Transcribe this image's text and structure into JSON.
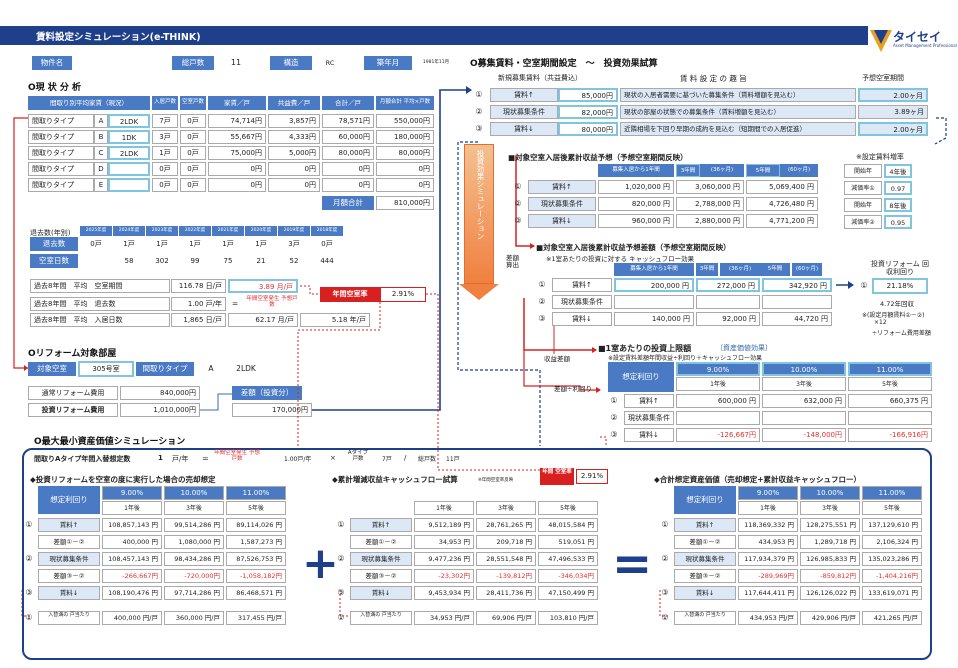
{
  "header": {
    "title": "賃料設定シミュレーション(e-THINK)",
    "logo": "タイセイ",
    "logo_sub": "Asset Management Professional"
  },
  "top": {
    "property_label": "物件名",
    "units_label": "総戸数",
    "units": "11",
    "structure_label": "構造",
    "structure": "RC",
    "year_label": "築年月",
    "year": "1981年11月"
  },
  "current": {
    "title": "O現 状 分 析",
    "headers": [
      "間取り別平均家賃（現況）",
      "入居戸数",
      "空室戸数",
      "家賃／戸",
      "共益費／戸",
      "合計／戸",
      "月額合計 平均×戸数"
    ],
    "rows": [
      {
        "name": "間取りタイプ",
        "code": "A",
        "layout": "2LDK",
        "occ": "7戸",
        "vac": "0戸",
        "rent": "74,714円",
        "fee": "3,857円",
        "total": "78,571円",
        "month": "550,000円"
      },
      {
        "name": "間取りタイプ",
        "code": "B",
        "layout": "1DK",
        "occ": "3戸",
        "vac": "0戸",
        "rent": "55,667円",
        "fee": "4,333円",
        "total": "60,000円",
        "month": "180,000円"
      },
      {
        "name": "間取りタイプ",
        "code": "C",
        "layout": "2LDK",
        "occ": "1戸",
        "vac": "0戸",
        "rent": "75,000円",
        "fee": "5,000円",
        "total": "80,000円",
        "month": "80,000円"
      },
      {
        "name": "間取りタイプ",
        "code": "D",
        "layout": "",
        "occ": "0戸",
        "vac": "0戸",
        "rent": "0円",
        "fee": "0円",
        "total": "0円",
        "month": "0円"
      },
      {
        "name": "間取りタイプ",
        "code": "E",
        "layout": "",
        "occ": "0戸",
        "vac": "0戸",
        "rent": "0円",
        "fee": "0円",
        "total": "0円",
        "month": "0円"
      }
    ],
    "total_label": "月額合計",
    "total": "810,000円"
  },
  "moveout": {
    "label": "退去数(年別)",
    "years": [
      "2025年度",
      "2024年度",
      "2023年度",
      "2022年度",
      "2021年度",
      "2020年度",
      "2019年度",
      "2018年度"
    ],
    "count_label": "退去数",
    "counts": [
      "0戸",
      "1戸",
      "1戸",
      "1戸",
      "1戸",
      "1戸",
      "3戸",
      "0戸"
    ],
    "vac_label": "空室日数",
    "vac_days": [
      "",
      "58",
      "302",
      "99",
      "75",
      "21",
      "52",
      "444"
    ]
  },
  "past": [
    {
      "label": "過去8年間　平均　空室期間",
      "v1": "116.78 日/戸",
      "v2": "3.89 月/戸"
    },
    {
      "label": "過去8年間　平均　退去数",
      "v1": "1.00 戸/年",
      "eq": "=",
      "note": "年間空室発生 予想戸数"
    },
    {
      "label": "過去8年間　平均　入居日数",
      "v1": "1,865 日/戸",
      "v2": "62.17 月/戸",
      "v3": "5.18 年/戸"
    }
  ],
  "vacancy_rate": {
    "label": "年間空室率",
    "value": "2.91%"
  },
  "reform": {
    "title": "Oリフォーム対象部屋",
    "vac_label": "対象空室",
    "room": "305号室",
    "type_label": "間取りタイプ",
    "type": "A",
    "layout": "2LDK",
    "normal_label": "通常リフォーム費用",
    "normal": "840,000円",
    "invest_label": "投資リフォーム費用",
    "invest": "1,010,000円",
    "diff_label": "差額（投資分）",
    "diff": "170,000円"
  },
  "recruit": {
    "title": "O募集賃料・空室期間設定　～　投資効果試算",
    "new_label": "新規募集賃料（共益費込）",
    "basis_label": "賃 料 設 定 の 趣 旨",
    "period_label": "予想空室期間",
    "rows": [
      {
        "no": "①",
        "name": "賃料↑",
        "rent": "85,000円",
        "basis": "現状の入居者需要に基づいた募集条件（賃料増額を見込む）",
        "period": "2.00ヶ月"
      },
      {
        "no": "②",
        "name": "現状募集条件",
        "rent": "82,000円",
        "basis": "現状の部屋の状態での募集条件（賃料増額を見込む）",
        "period": "3.89ヶ月"
      },
      {
        "no": "③",
        "name": "賃料↓",
        "rent": "80,000円",
        "basis": "近隣相場を下回り早期の成約を見込む（短期間での入居促進）",
        "period": "2.00ヶ月"
      }
    ]
  },
  "cum": {
    "title": "■対象空室入居後累計収益予想（予想空室期間反映）",
    "cols": [
      "募集入居から1年間",
      "3年間",
      "(36ヶ月)",
      "5年間",
      "(60ヶ月)"
    ],
    "rows": [
      {
        "no": "①",
        "name": "賃料↑",
        "y1": "1,020,000 円",
        "y3": "3,060,000 円",
        "y5": "5,069,400 円"
      },
      {
        "no": "②",
        "name": "現状募集条件",
        "y1": "820,000 円",
        "y3": "2,788,000 円",
        "y5": "4,726,480 円"
      },
      {
        "no": "③",
        "name": "賃料↓",
        "y1": "960,000 円",
        "y3": "2,880,000 円",
        "y5": "4,771,200 円"
      }
    ]
  },
  "growth": {
    "title": "※設定賃料増率",
    "rows": [
      {
        "label": "開始年",
        "val": "4年後"
      },
      {
        "label": "減価率①",
        "val": "0.97"
      },
      {
        "label": "開始年",
        "val": "8年後"
      },
      {
        "label": "減価率②",
        "val": "0.95"
      }
    ]
  },
  "diffp": {
    "title": "■対象空室入居後累計収益予想差額（予想空室期間反映）",
    "sub": "※1室あたりの投資に対する キャッシュフロー効果",
    "side": "差額 算出",
    "cols": [
      "募集入居から1年間",
      "3年間",
      "(36ヶ月)",
      "5年間",
      "(60ヶ月)"
    ],
    "rows": [
      {
        "no": "①",
        "name": "賃料↑",
        "y1": "200,000 円",
        "y3": "272,000 円",
        "y5": "342,920 円"
      },
      {
        "no": "②",
        "name": "現状募集条件",
        "y1": "",
        "y3": "",
        "y5": ""
      },
      {
        "no": "③",
        "name": "賃料↓",
        "y1": "140,000 円",
        "y3": "92,000 円",
        "y5": "44,720 円"
      }
    ],
    "payback_title": "投資リフォーム 回収利回り",
    "payback": "21.18%",
    "years": "4.72年回収",
    "note1": "※(設定月額賃料①－②)",
    "note2": "×12",
    "note3": "÷リフォーム費用差額"
  },
  "limit": {
    "title": "■1室あたりの投資上限額",
    "title2": "〔資産価値効果〕",
    "sub": "※設定賃料差額年間収益÷利回り＋キャッシュフロー効果",
    "side": "収益差額",
    "side2": "差額÷利回り",
    "rate_label": "想定利回り",
    "rates": [
      "9.00%",
      "10.00%",
      "11.00%"
    ],
    "years": [
      "1年後",
      "3年後",
      "5年後"
    ],
    "rows": [
      {
        "no": "①",
        "name": "賃料↑",
        "v": [
          "600,000 円",
          "632,000 円",
          "660,375 円"
        ]
      },
      {
        "no": "②",
        "name": "現状募集条件",
        "v": [
          "",
          "",
          ""
        ]
      },
      {
        "no": "③",
        "name": "賃料↓",
        "v": [
          "-126,667円",
          "-148,000円",
          "-166,916円"
        ]
      }
    ]
  },
  "arrow_label": "投資効果シミュレーション",
  "sim": {
    "title": "O最大最小資産価値シミュレーション",
    "sub_label": "間取りAタイプ年間入替想定数",
    "sub_v": "1",
    "sub_unit": "戸/年",
    "eq": "=",
    "note": "年間空室発生 予想戸数",
    "rate": "1.00戸/年",
    "times": "×",
    "atype": "Aタイプ 戸数",
    "atype_v": "7戸",
    "slash": "/",
    "total": "総戸数",
    "total_v": "11戸",
    "p1": {
      "title": "◆投資リフォームを空室の度に実行した場合の売却想定",
      "rate_label": "想定利回り",
      "rates": [
        "9.00%",
        "10.00%",
        "11.00%"
      ],
      "years": [
        "1年後",
        "3年後",
        "5年後"
      ],
      "rows": [
        {
          "no": "①",
          "name": "賃料↑",
          "v": [
            "108,857,143 円",
            "99,514,286 円",
            "89,114,026 円"
          ]
        },
        {
          "no": "",
          "name": "差額①－②",
          "v": [
            "400,000 円",
            "1,080,000 円",
            "1,587,273 円"
          ]
        },
        {
          "no": "②",
          "name": "現状募集条件",
          "v": [
            "108,457,143 円",
            "98,434,286 円",
            "87,526,753 円"
          ]
        },
        {
          "no": "",
          "name": "差額③－②",
          "v": [
            "-266,667円",
            "-720,000円",
            "-1,058,182円"
          ]
        },
        {
          "no": "③",
          "name": "賃料↓",
          "v": [
            "108,190,476 円",
            "97,714,286 円",
            "86,468,571 円"
          ]
        },
        {
          "no": "①",
          "name": "入替満の 戸当たり",
          "v": [
            "400,000 円/戸",
            "360,000 円/戸",
            "317,455 円/戸"
          ]
        }
      ]
    },
    "p2": {
      "title": "◆累計増減収益キャッシュフロー試算",
      "small": "※年間空室率反映",
      "vac_label": "年間 空室率",
      "vac": "2.91%",
      "years": [
        "1年後",
        "3年後",
        "5年後"
      ],
      "rows": [
        {
          "no": "①",
          "name": "賃料↑",
          "v": [
            "9,512,189 円",
            "28,761,265 円",
            "48,015,584 円"
          ]
        },
        {
          "no": "",
          "name": "差額①－②",
          "v": [
            "34,953 円",
            "209,718 円",
            "519,051 円"
          ]
        },
        {
          "no": "②",
          "name": "現状募集条件",
          "v": [
            "9,477,236 円",
            "28,551,548 円",
            "47,496,533 円"
          ]
        },
        {
          "no": "",
          "name": "差額③－②",
          "v": [
            "-23,302円",
            "-139,812円",
            "-346,034円"
          ]
        },
        {
          "no": "③",
          "name": "賃料↓",
          "v": [
            "9,453,934 円",
            "28,411,736 円",
            "47,150,499 円"
          ]
        },
        {
          "no": "①",
          "name": "入替満の 戸当たり",
          "v": [
            "34,953 円/戸",
            "69,906 円/戸",
            "103,810 円/戸"
          ]
        }
      ]
    },
    "p3": {
      "title": "◆合計想定資産価値（売却想定+累計収益キャッシュフロー）",
      "rate_label": "想定利回り",
      "rates": [
        "9.00%",
        "10.00%",
        "11.00%"
      ],
      "years": [
        "1年後",
        "3年後",
        "5年後"
      ],
      "rows": [
        {
          "no": "①",
          "name": "賃料↑",
          "v": [
            "118,369,332 円",
            "128,275,551 円",
            "137,129,610 円"
          ]
        },
        {
          "no": "",
          "name": "差額①－②",
          "v": [
            "434,953 円",
            "1,289,718 円",
            "2,106,324 円"
          ]
        },
        {
          "no": "②",
          "name": "現状募集条件",
          "v": [
            "117,934,379 円",
            "126,985,833 円",
            "135,023,286 円"
          ]
        },
        {
          "no": "",
          "name": "差額③－②",
          "v": [
            "-289,969円",
            "-859,812円",
            "-1,404,216円"
          ]
        },
        {
          "no": "③",
          "name": "賃料↓",
          "v": [
            "117,644,411 円",
            "126,126,022 円",
            "133,619,071 円"
          ]
        },
        {
          "no": "①",
          "name": "入替満の 戸当たり",
          "v": [
            "434,953 円/戸",
            "429,906 円/戸",
            "421,265 円/戸"
          ]
        }
      ]
    },
    "plus": "+",
    "equals": "="
  },
  "colors": {
    "navy": "#1e3f8a",
    "blue": "#4a7ac4",
    "accent": "#7fc4e0",
    "red": "#e53030",
    "orange": "#f0a060"
  }
}
